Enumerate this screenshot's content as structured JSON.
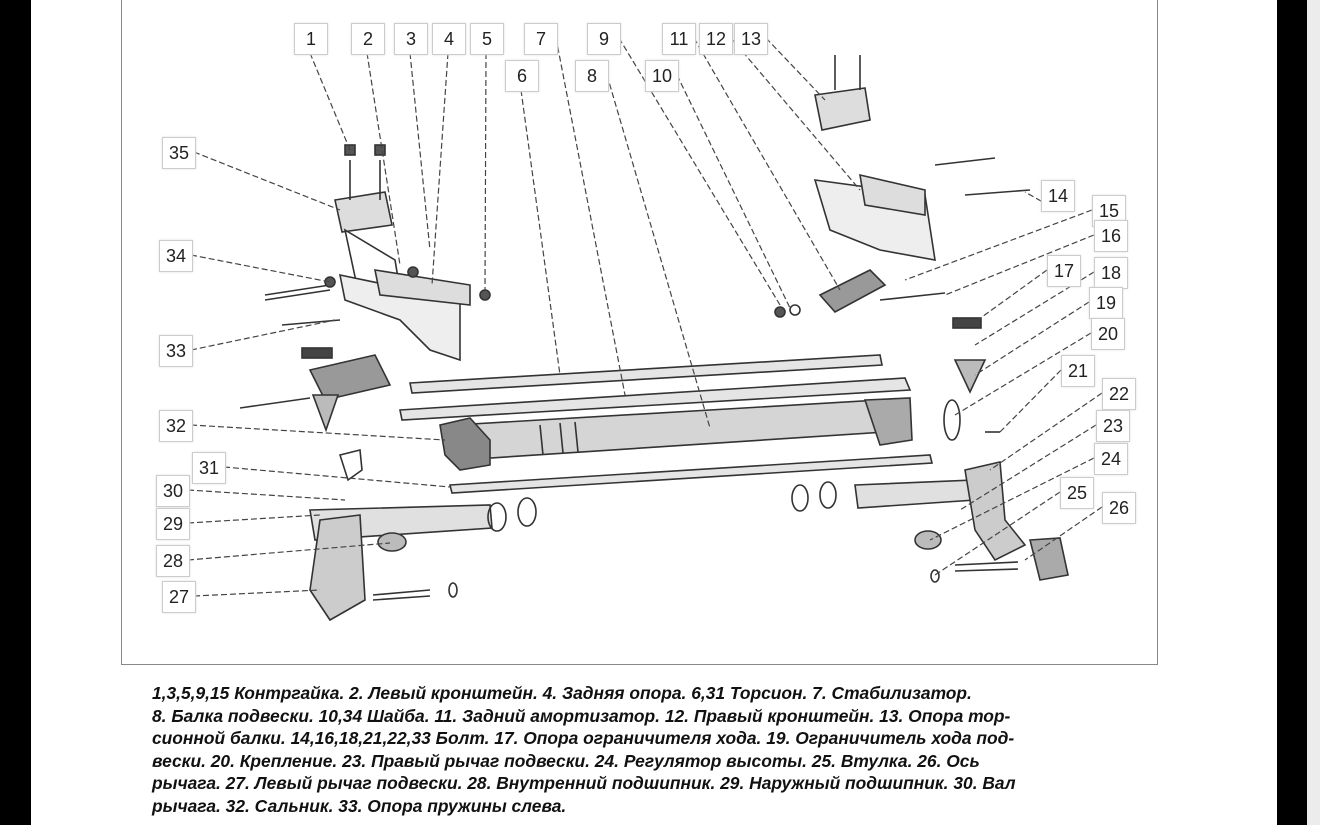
{
  "labels": [
    {
      "n": "1"
    },
    {
      "n": "2"
    },
    {
      "n": "3"
    },
    {
      "n": "4"
    },
    {
      "n": "5"
    },
    {
      "n": "6"
    },
    {
      "n": "7"
    },
    {
      "n": "8"
    },
    {
      "n": "9"
    },
    {
      "n": "10"
    },
    {
      "n": "11"
    },
    {
      "n": "12"
    },
    {
      "n": "13"
    },
    {
      "n": "14"
    },
    {
      "n": "15"
    },
    {
      "n": "16"
    },
    {
      "n": "17"
    },
    {
      "n": "18"
    },
    {
      "n": "19"
    },
    {
      "n": "20"
    },
    {
      "n": "21"
    },
    {
      "n": "22"
    },
    {
      "n": "23"
    },
    {
      "n": "24"
    },
    {
      "n": "25"
    },
    {
      "n": "26"
    },
    {
      "n": "27"
    },
    {
      "n": "28"
    },
    {
      "n": "29"
    },
    {
      "n": "30"
    },
    {
      "n": "31"
    },
    {
      "n": "32"
    },
    {
      "n": "33"
    },
    {
      "n": "34"
    },
    {
      "n": "35"
    }
  ],
  "caption": {
    "lines": [
      "1,3,5,9,15 Контргайка. 2. Левый кронштейн. 4. Задняя опора. 6,31 Торсион. 7. Стабилизатор.",
      "8. Балка подвески. 10,34 Шайба. 11. Задний амортизатор. 12. Правый кронштейн. 13. Опора тор-",
      "сионной балки. 14,16,18,21,22,33 Болт. 17. Опора ограничителя хода. 19. Ограничитель хода под-",
      "вески. 20. Крепление. 23. Правый рычаг подвески. 24. Регулятор высоты. 25. Втулка. 26. Ось",
      "рычага. 27. Левый рычаг подвески. 28. Внутренний подшипник. 29. Наружный подшипник. 30. Вал",
      "рычага. 32. Сальник. 33. Опора пружины слева."
    ]
  }
}
